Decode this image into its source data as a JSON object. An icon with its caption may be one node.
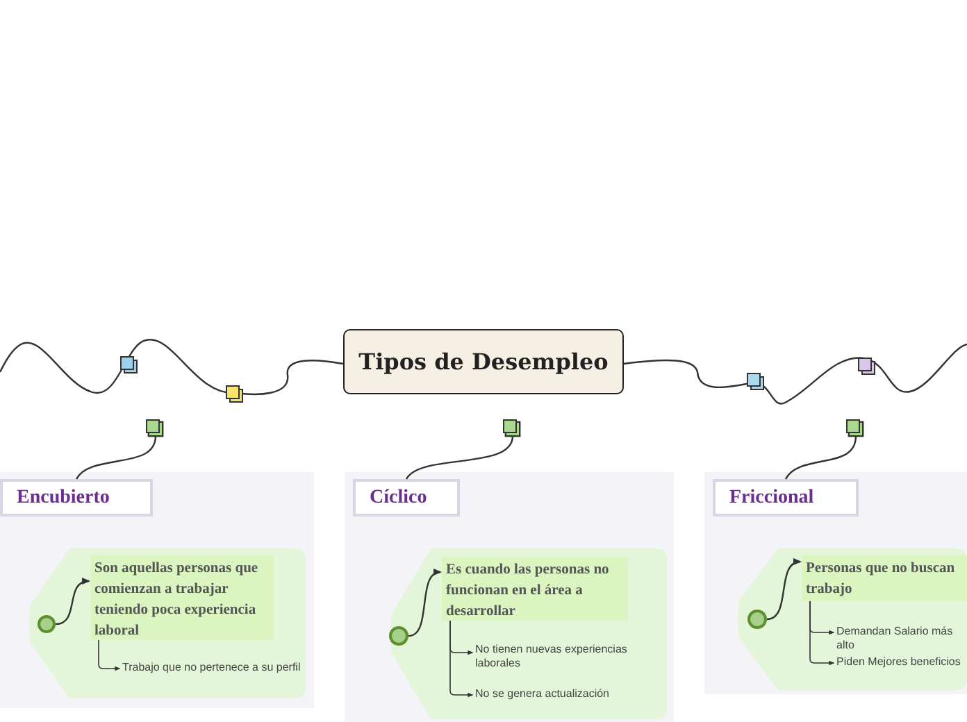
{
  "diagram": {
    "nodes": [
      {
        "text": [
          "Tipos de Desempleo"
        ]
      },
      {
        "text": [],
        "shape": "box"
      },
      {
        "text": [],
        "shape": "box"
      },
      {
        "text": [],
        "shape": "box"
      },
      {
        "text": [],
        "shape": "box"
      },
      {
        "text": [
          "Encubierto"
        ],
        "in": 4
      },
      {
        "text": [],
        "shape": "box",
        "in": 4
      },
      {
        "text": [],
        "shape": "circle",
        "in": 6
      },
      {
        "text": [
          "Son aquellas personas que comienzan a trabajar teniendo poca experiencia laboral"
        ],
        "in": 6
      },
      {
        "text": [
          "Trabajo que no pertenece a su perfil"
        ],
        "in": 6
      },
      {
        "text": [],
        "shape": "box"
      },
      {
        "text": [
          "Cíclico"
        ],
        "in": 10
      },
      {
        "text": [],
        "shape": "box",
        "in": 10
      },
      {
        "text": [],
        "shape": "circle",
        "in": 12
      },
      {
        "text": [
          "Es cuando las personas no funcionan en el área a desarrollar"
        ],
        "in": 12
      },
      {
        "text": [
          "No tienen nuevas experiencias laborales"
        ],
        "in": 12
      },
      {
        "text": [
          "No se genera actualización"
        ],
        "in": 12
      },
      {
        "text": [],
        "shape": "box"
      },
      {
        "text": [
          "Friccional"
        ],
        "in": 17
      },
      {
        "text": [],
        "shape": "box",
        "in": 17
      },
      {
        "text": [],
        "shape": "circle",
        "in": 19
      },
      {
        "text": [
          "Personas que no buscan trabajo"
        ],
        "in": 19
      },
      {
        "text": [
          "Demandan Salario más alto"
        ],
        "in": 19
      },
      {
        "text": [
          "Piden Mejores beneficios"
        ],
        "in": 19
      }
    ],
    "edges": [
      {
        "from": 0,
        "to": null,
        "arrow": "none"
      },
      {
        "from": 0,
        "to": null,
        "arrow": "none"
      },
      {
        "from": 1,
        "to": 5,
        "arrow": "none"
      },
      {
        "from": 2,
        "to": 11,
        "arrow": "none"
      },
      {
        "from": 3,
        "to": 18,
        "arrow": "none"
      },
      {
        "from": 7,
        "to": 8,
        "arrow": "to"
      },
      {
        "from": 8,
        "to": 9,
        "arrow": "to"
      },
      {
        "from": 13,
        "to": 14,
        "arrow": "to"
      },
      {
        "from": 14,
        "to": 15,
        "arrow": "to"
      },
      {
        "from": 14,
        "to": 16,
        "arrow": "to"
      },
      {
        "from": 20,
        "to": 21,
        "arrow": "to"
      },
      {
        "from": 21,
        "to": 22,
        "arrow": "to"
      },
      {
        "from": 21,
        "to": 23,
        "arrow": "to"
      }
    ]
  }
}
